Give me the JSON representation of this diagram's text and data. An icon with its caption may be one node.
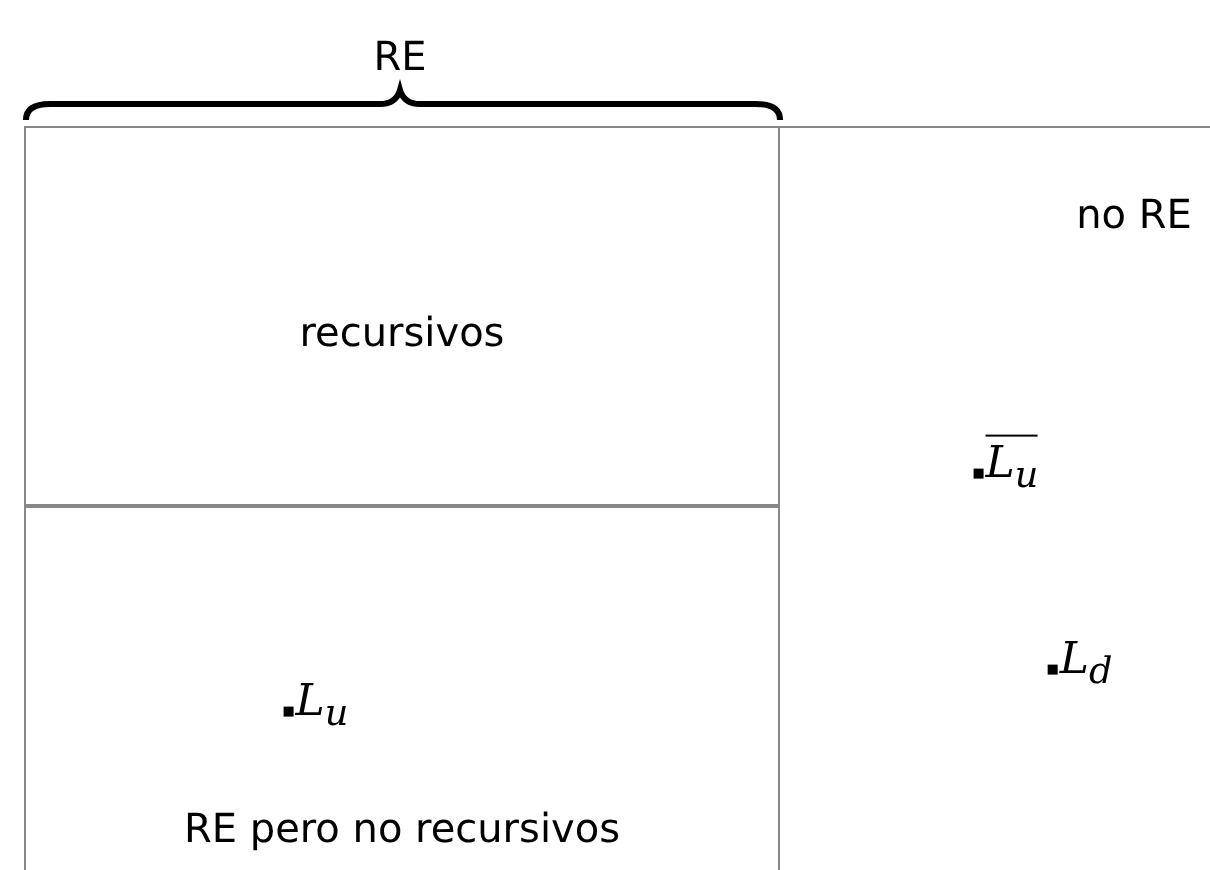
{
  "diagram": {
    "nodes": [
      {
        "text": [
          "recursivos"
        ]
      },
      {
        "text": [
          "L$_{u}$",
          "RE pero no recursivos"
        ]
      },
      {
        "text": [
          "no RE",
          "L$_{u}$",
          "L$_{d}$"
        ]
      }
    ],
    "labels": [
      "RE"
    ]
  }
}
